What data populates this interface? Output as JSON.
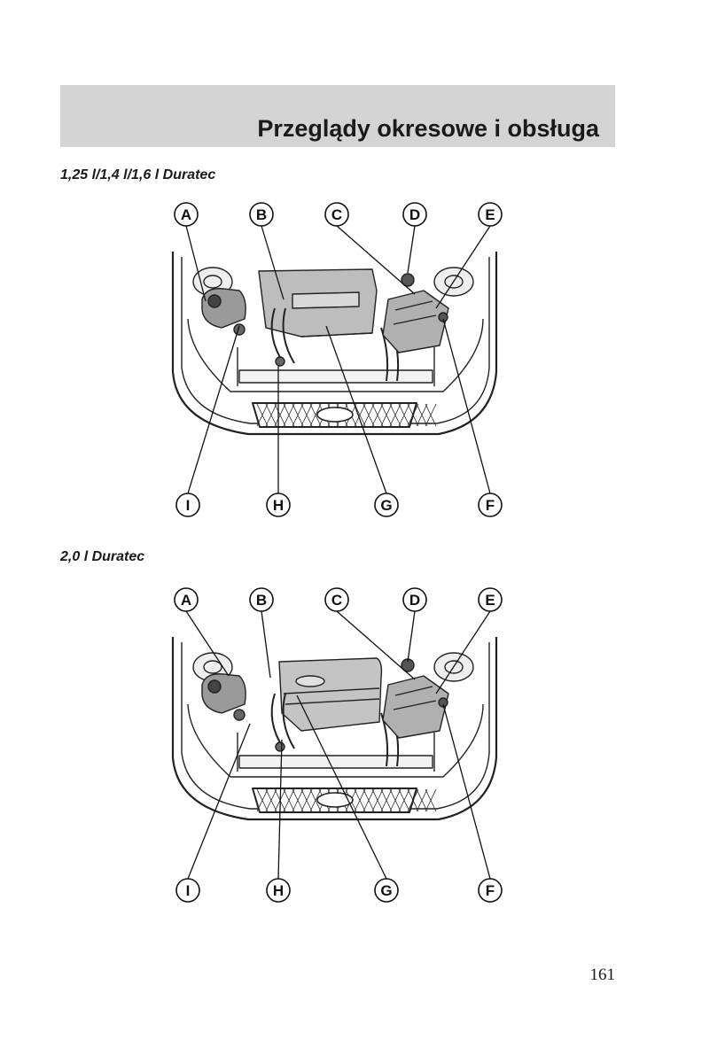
{
  "header": {
    "title": "Przeglądy okresowe i obsługa"
  },
  "sections": [
    {
      "title": "1,25 l/1,4 l/1,6 l Duratec"
    },
    {
      "title": "2,0 l Duratec"
    }
  ],
  "callout_labels": {
    "top": [
      "A",
      "B",
      "C",
      "D",
      "E"
    ],
    "bottom": [
      "I",
      "H",
      "G",
      "F"
    ]
  },
  "page_number": "161"
}
